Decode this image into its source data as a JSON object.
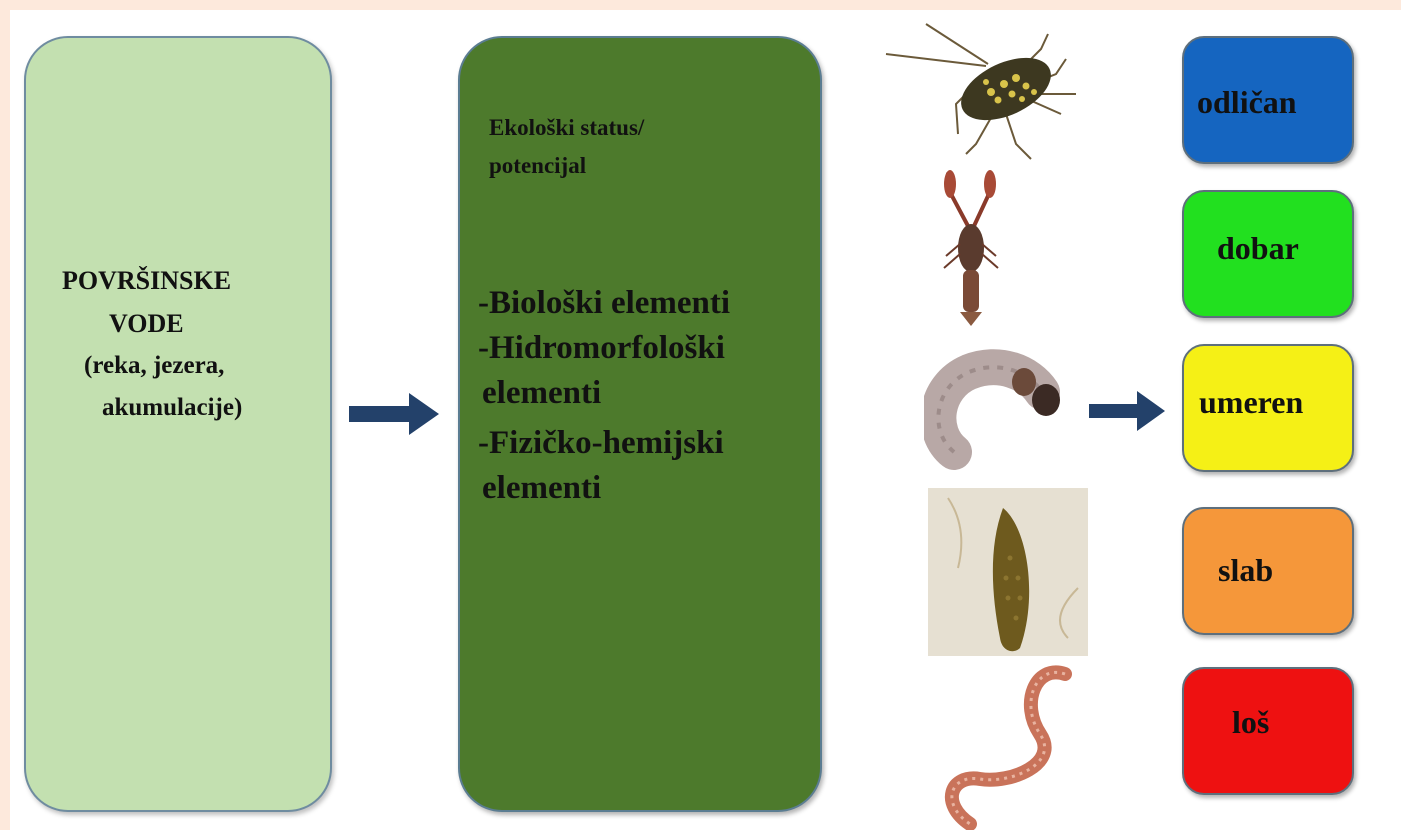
{
  "left_box": {
    "line1": "POVRŠINSKE",
    "line2": "VODE",
    "line3": "(reka, jezera,",
    "line4": "akumulacije)",
    "color": "#c3e0b0"
  },
  "mid_box": {
    "heading_line1": "Ekološki status/",
    "heading_line2": "potencijal",
    "items": [
      "-Biološki elementi",
      "-Hidromorfološki",
      "elementi",
      "-Fizičko-hemijski",
      "elementi"
    ],
    "color": "#4d7a2c"
  },
  "arrow_color": "#23416a",
  "organisms": [
    {
      "icon": "mayfly-larva-image"
    },
    {
      "icon": "crayfish-image"
    },
    {
      "icon": "caddisfly-larva-image"
    },
    {
      "icon": "leech-image"
    },
    {
      "icon": "worm-image"
    }
  ],
  "status_classes": [
    {
      "label": "odličan",
      "color": "#1565c0"
    },
    {
      "label": "dobar",
      "color": "#22e01f"
    },
    {
      "label": "umeren",
      "color": "#f5f016"
    },
    {
      "label": "slab",
      "color": "#f5973a"
    },
    {
      "label": "loš",
      "color": "#ee1111"
    }
  ]
}
